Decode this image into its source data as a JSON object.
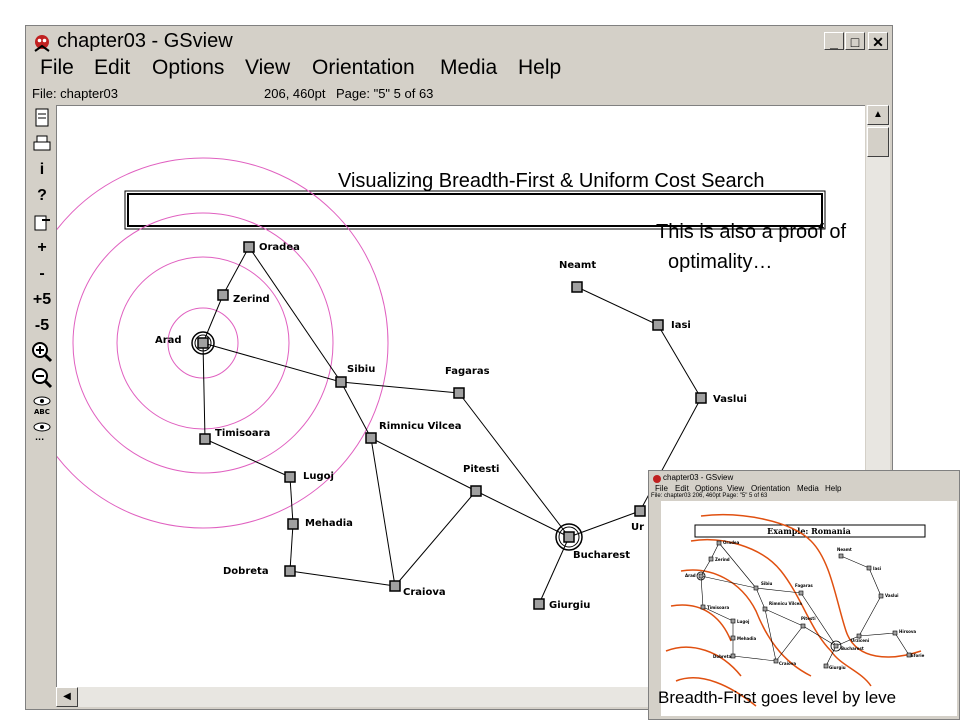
{
  "window": {
    "title": "chapter03 - GSview",
    "min": "_",
    "max": "□",
    "close": "✕"
  },
  "menu": [
    "File",
    "Edit",
    "Options",
    "View",
    "Orientation",
    "Media",
    "Help"
  ],
  "status": {
    "file": "File: chapter03",
    "coords": "206, 460pt",
    "page": "Page: \"5\"  5 of 63"
  },
  "toolbar": [
    "i",
    "?",
    "+",
    "-",
    "+5",
    "-5"
  ],
  "slide": {
    "heading": "Visualizing Breadth-First & Uniform Cost Search",
    "note_line1": "This is also a proof of",
    "note_line2": "optimality…"
  },
  "map": {
    "cities": [
      "Oradea",
      "Zerind",
      "Arad",
      "Timisoara",
      "Lugoj",
      "Mehadia",
      "Dobreta",
      "Craiova",
      "Rimnicu Vilcea",
      "Sibiu",
      "Fagaras",
      "Pitesti",
      "Bucharest",
      "Giurgiu",
      "Neamt",
      "Iasi",
      "Vaslui",
      "Ur"
    ]
  },
  "inset": {
    "title": "chapter03 - GSview",
    "menu": [
      "File",
      "Edit",
      "Options",
      "View",
      "Orientation",
      "Media",
      "Help"
    ],
    "status": "File: chapter03        206, 460pt   Page: \"5\"  5 of 63",
    "heading": "Example: Romania",
    "cities": [
      "Oradea",
      "Zerind",
      "Arad",
      "Timisoara",
      "Lugoj",
      "Mehadia",
      "Dobreta",
      "Craiova",
      "Rimnicu Vilcea",
      "Sibiu",
      "Fagaras",
      "Pitesti",
      "Bucharest",
      "Giurgiu",
      "Neamt",
      "Iasi",
      "Vaslui",
      "Urziceni",
      "Hirsova",
      "Eforie"
    ]
  },
  "caption": "Breadth-First goes level by leve",
  "colors": {
    "circle": "#e060c0",
    "contour": "#e05010",
    "node": "#a0a0a0"
  }
}
